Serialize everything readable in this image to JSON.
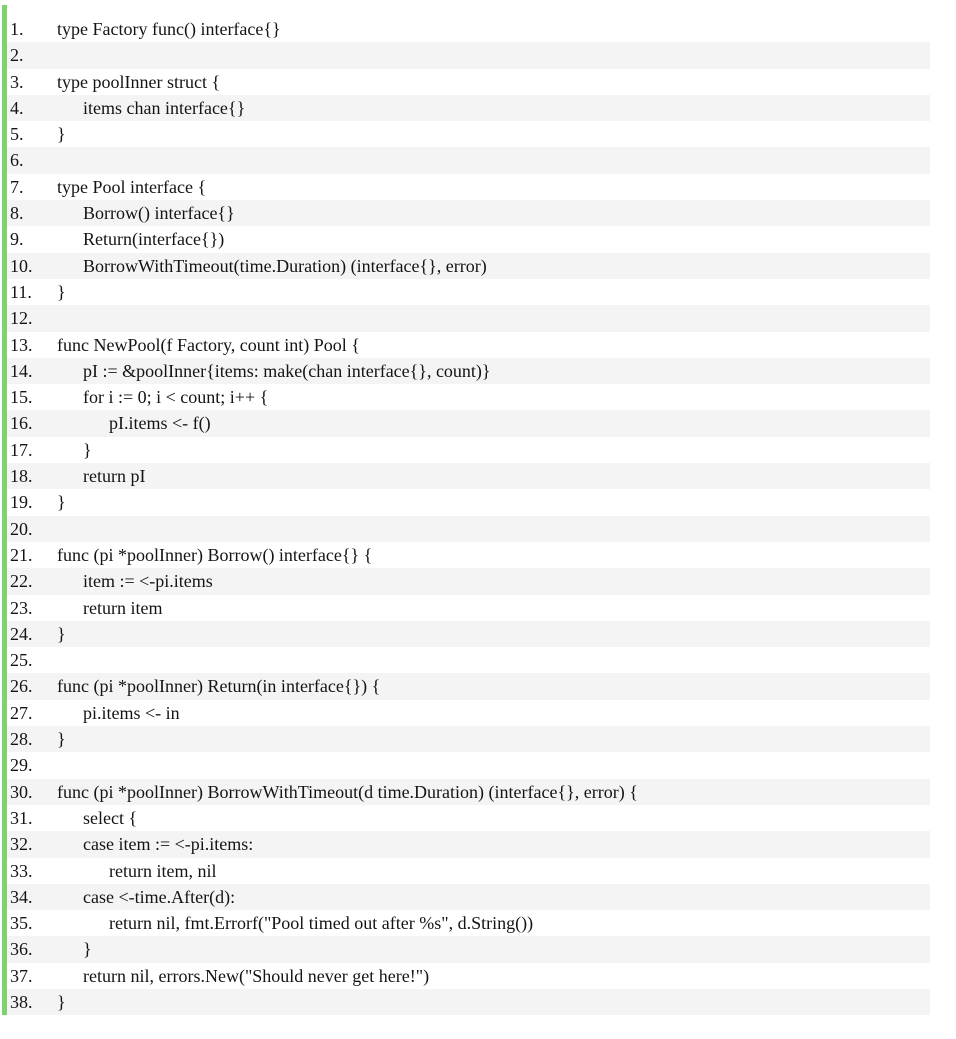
{
  "page": {
    "background": "#ffffff",
    "accent_bar_color": "#7dd36e",
    "stripe_color": "#f4f4f4",
    "text_color": "#141414"
  },
  "code_listing": {
    "language": "go",
    "lines": [
      {
        "num": "1.",
        "code": "type Factory func() interface{}"
      },
      {
        "num": "2.",
        "code": ""
      },
      {
        "num": "3.",
        "code": "type poolInner struct {"
      },
      {
        "num": "4.",
        "code": "\titems chan interface{}"
      },
      {
        "num": "5.",
        "code": "}"
      },
      {
        "num": "6.",
        "code": ""
      },
      {
        "num": "7.",
        "code": "type Pool interface {"
      },
      {
        "num": "8.",
        "code": "\tBorrow() interface{}"
      },
      {
        "num": "9.",
        "code": "\tReturn(interface{})"
      },
      {
        "num": "10.",
        "code": "\tBorrowWithTimeout(time.Duration) (interface{}, error)"
      },
      {
        "num": "11.",
        "code": "}"
      },
      {
        "num": "12.",
        "code": ""
      },
      {
        "num": "13.",
        "code": "func NewPool(f Factory, count int) Pool {"
      },
      {
        "num": "14.",
        "code": "\tpI := &poolInner{items: make(chan interface{}, count)}"
      },
      {
        "num": "15.",
        "code": "\tfor i := 0; i < count; i++ {"
      },
      {
        "num": "16.",
        "code": "\t\tpI.items <- f()"
      },
      {
        "num": "17.",
        "code": "\t}"
      },
      {
        "num": "18.",
        "code": "\treturn pI"
      },
      {
        "num": "19.",
        "code": "}"
      },
      {
        "num": "20.",
        "code": ""
      },
      {
        "num": "21.",
        "code": "func (pi *poolInner) Borrow() interface{} {"
      },
      {
        "num": "22.",
        "code": "\titem := <-pi.items"
      },
      {
        "num": "23.",
        "code": "\treturn item"
      },
      {
        "num": "24.",
        "code": "}"
      },
      {
        "num": "25.",
        "code": ""
      },
      {
        "num": "26.",
        "code": "func (pi *poolInner) Return(in interface{}) {"
      },
      {
        "num": "27.",
        "code": "\tpi.items <- in"
      },
      {
        "num": "28.",
        "code": "}"
      },
      {
        "num": "29.",
        "code": ""
      },
      {
        "num": "30.",
        "code": "func (pi *poolInner) BorrowWithTimeout(d time.Duration) (interface{}, error) {"
      },
      {
        "num": "31.",
        "code": "\tselect {"
      },
      {
        "num": "32.",
        "code": "\tcase item := <-pi.items:"
      },
      {
        "num": "33.",
        "code": "\t\treturn item, nil"
      },
      {
        "num": "34.",
        "code": "\tcase <-time.After(d):"
      },
      {
        "num": "35.",
        "code": "\t\treturn nil, fmt.Errorf(\"Pool timed out after %s\", d.String())"
      },
      {
        "num": "36.",
        "code": "\t}"
      },
      {
        "num": "37.",
        "code": "\treturn nil, errors.New(\"Should never get here!\")"
      },
      {
        "num": "38.",
        "code": "}"
      }
    ]
  }
}
